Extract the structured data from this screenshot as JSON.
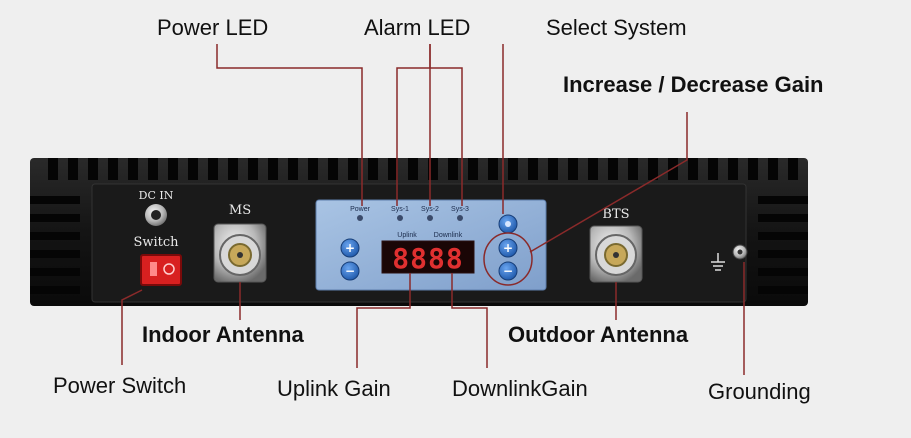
{
  "callouts": {
    "power_led": "Power LED",
    "alarm_led": "Alarm LED",
    "select_system": "Select System",
    "gain_adjust": "Increase / Decrease Gain",
    "indoor_antenna": "Indoor Antenna",
    "outdoor_antenna": "Outdoor Antenna",
    "power_switch": "Power Switch",
    "uplink_gain": "Uplink Gain",
    "downlink_gain": "DownlinkGain",
    "grounding": "Grounding"
  },
  "device": {
    "dc_in_label": "DC IN",
    "switch_label": "Switch",
    "ms_label": "MS",
    "bts_label": "BTS",
    "panel_power": "Power",
    "panel_sys1": "Sys-1",
    "panel_sys2": "Sys-2",
    "panel_sys3": "Sys-3",
    "panel_uplink": "Uplink",
    "panel_downlink": "Downlink",
    "display_digits": "8888"
  },
  "colors": {
    "callout_line": "#8a2a2a",
    "device_body": "#151515",
    "panel_blue": "#8fb0d8",
    "button_blue": "#2a6fc4",
    "display_red": "#e03030",
    "switch_red": "#d82020"
  }
}
